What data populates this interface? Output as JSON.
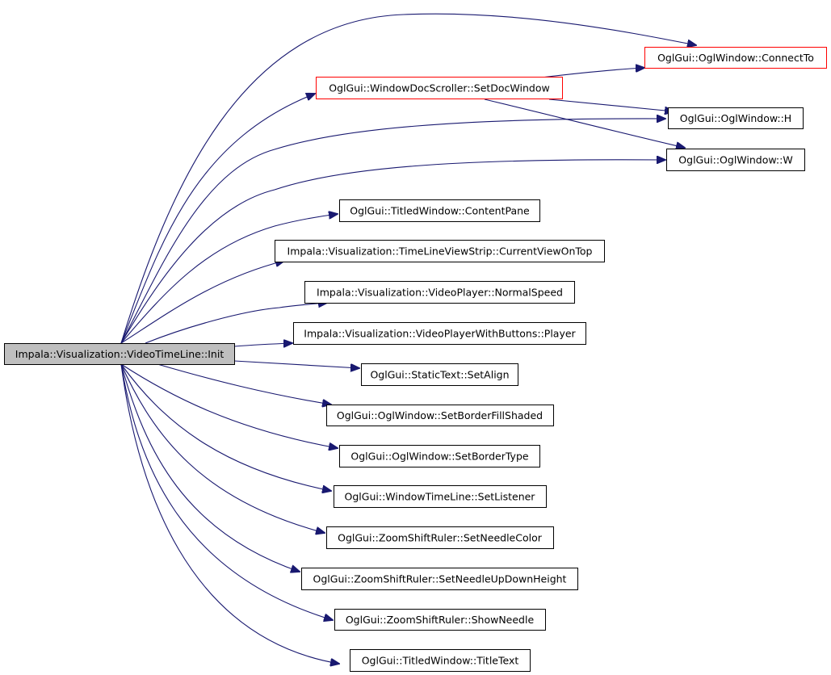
{
  "colors": {
    "background": "#ffffff",
    "root_fill": "#bfbfbf",
    "node_fill": "#ffffff",
    "node_border": "#000000",
    "truncated_border": "#ff0000",
    "edge": "#191970"
  },
  "root": {
    "label": "Impala::Visualization::VideoTimeLine::Init"
  },
  "nodes": {
    "connect_to": {
      "label": "OglGui::OglWindow::ConnectTo",
      "truncated": true
    },
    "set_doc_window": {
      "label": "OglGui::WindowDocScroller::SetDocWindow",
      "truncated": true
    },
    "h": {
      "label": "OglGui::OglWindow::H",
      "truncated": false
    },
    "w": {
      "label": "OglGui::OglWindow::W",
      "truncated": false
    },
    "content_pane": {
      "label": "OglGui::TitledWindow::ContentPane",
      "truncated": false
    },
    "current_view_on_top": {
      "label": "Impala::Visualization::TimeLineViewStrip::CurrentViewOnTop",
      "truncated": false
    },
    "normal_speed": {
      "label": "Impala::Visualization::VideoPlayer::NormalSpeed",
      "truncated": false
    },
    "player": {
      "label": "Impala::Visualization::VideoPlayerWithButtons::Player",
      "truncated": false
    },
    "set_align": {
      "label": "OglGui::StaticText::SetAlign",
      "truncated": false
    },
    "set_border_fill_shaded": {
      "label": "OglGui::OglWindow::SetBorderFillShaded",
      "truncated": false
    },
    "set_border_type": {
      "label": "OglGui::OglWindow::SetBorderType",
      "truncated": false
    },
    "set_listener": {
      "label": "OglGui::WindowTimeLine::SetListener",
      "truncated": false
    },
    "set_needle_color": {
      "label": "OglGui::ZoomShiftRuler::SetNeedleColor",
      "truncated": false
    },
    "set_needle_up_down_height": {
      "label": "OglGui::ZoomShiftRuler::SetNeedleUpDownHeight",
      "truncated": false
    },
    "show_needle": {
      "label": "OglGui::ZoomShiftRuler::ShowNeedle",
      "truncated": false
    },
    "title_text": {
      "label": "OglGui::TitledWindow::TitleText",
      "truncated": false
    }
  },
  "edges": [
    {
      "from": "root",
      "to": "connect_to"
    },
    {
      "from": "root",
      "to": "set_doc_window"
    },
    {
      "from": "root",
      "to": "h"
    },
    {
      "from": "root",
      "to": "w"
    },
    {
      "from": "root",
      "to": "content_pane"
    },
    {
      "from": "root",
      "to": "current_view_on_top"
    },
    {
      "from": "root",
      "to": "normal_speed"
    },
    {
      "from": "root",
      "to": "player"
    },
    {
      "from": "root",
      "to": "set_align"
    },
    {
      "from": "root",
      "to": "set_border_fill_shaded"
    },
    {
      "from": "root",
      "to": "set_border_type"
    },
    {
      "from": "root",
      "to": "set_listener"
    },
    {
      "from": "root",
      "to": "set_needle_color"
    },
    {
      "from": "root",
      "to": "set_needle_up_down_height"
    },
    {
      "from": "root",
      "to": "show_needle"
    },
    {
      "from": "root",
      "to": "title_text"
    },
    {
      "from": "set_doc_window",
      "to": "connect_to"
    },
    {
      "from": "set_doc_window",
      "to": "h"
    },
    {
      "from": "set_doc_window",
      "to": "w"
    }
  ]
}
